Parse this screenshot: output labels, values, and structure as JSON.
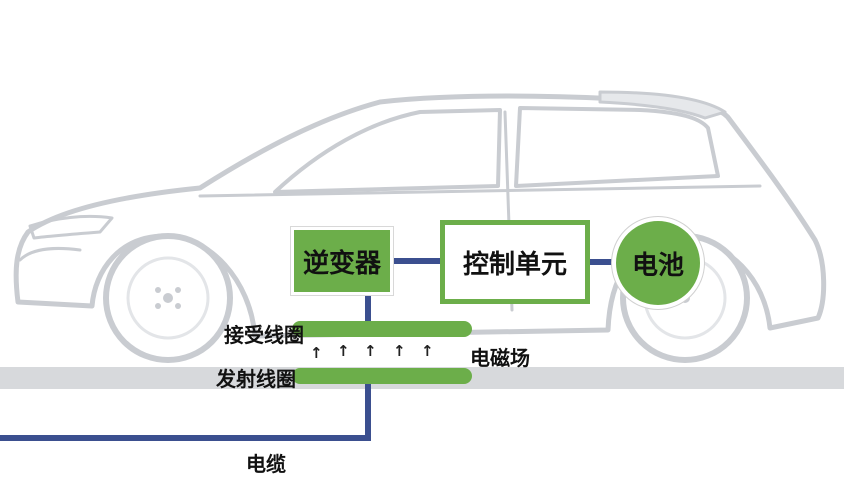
{
  "colors": {
    "accent_green": "#6cae4a",
    "cable_blue": "#3b4f8f",
    "car_outline": "#c9ccd1",
    "road_gray": "#d7d9dc"
  },
  "components": {
    "inverter": "逆变器",
    "control_unit": "控制单元",
    "battery": "电池"
  },
  "labels": {
    "receive_coil": "接受线圈",
    "transmit_coil": "发射线圈",
    "magnetic_field": "电磁场",
    "cable": "电缆"
  },
  "icons": [
    "up-arrow-icon",
    "up-arrow-icon",
    "up-arrow-icon",
    "up-arrow-icon",
    "up-arrow-icon"
  ],
  "arrow_glyph": "↑"
}
